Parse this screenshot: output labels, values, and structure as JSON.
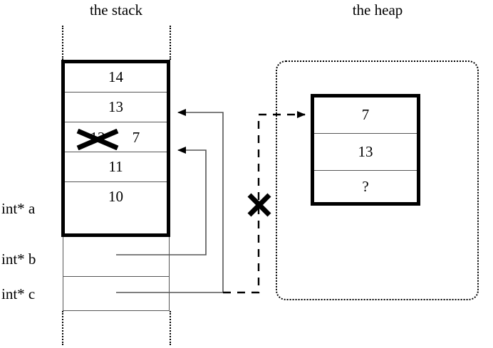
{
  "diagram": {
    "title_stack": "the stack",
    "title_heap": "the heap",
    "accent_color": "#000000",
    "divider_color": "#555555"
  },
  "stack": {
    "cells": [
      {
        "value": "14"
      },
      {
        "value": "13"
      },
      {
        "value": "12",
        "replacement": "7",
        "struck": true
      },
      {
        "value": "11"
      },
      {
        "value": "10"
      }
    ],
    "variables": [
      {
        "label": "int* a"
      },
      {
        "label": "int* b"
      },
      {
        "label": "int* c"
      }
    ]
  },
  "heap": {
    "cells": [
      {
        "value": "7"
      },
      {
        "value": "13"
      },
      {
        "value": "?"
      }
    ]
  },
  "annotations": {
    "strike_old_value_icon": "strike-x-icon",
    "cancel_pointer_icon": "cancel-x-icon"
  }
}
